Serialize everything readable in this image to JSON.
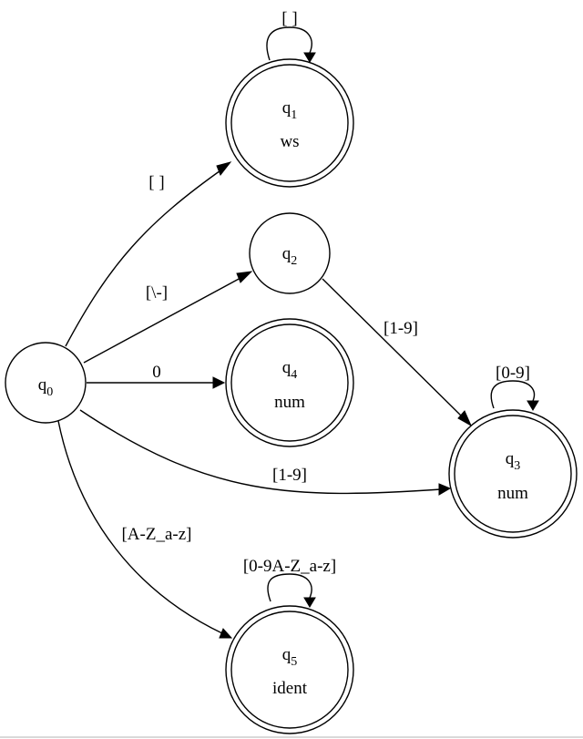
{
  "states": {
    "q0": {
      "name": "q",
      "index": "0",
      "token": ""
    },
    "q1": {
      "name": "q",
      "index": "1",
      "token": "ws"
    },
    "q2": {
      "name": "q",
      "index": "2",
      "token": ""
    },
    "q3": {
      "name": "q",
      "index": "3",
      "token": "num"
    },
    "q4": {
      "name": "q",
      "index": "4",
      "token": "num"
    },
    "q5": {
      "name": "q",
      "index": "5",
      "token": "ident"
    }
  },
  "transitions": {
    "q1_q1": "[ ]",
    "q0_q1": "[ ]",
    "q0_q2": "[\\-]",
    "q2_q3": "[1-9]",
    "q3_q3": "[0-9]",
    "q0_q4": "0",
    "q0_q3": "[1-9]",
    "q0_q5": "[A-Z_a-z]",
    "q5_q5": "[0-9A-Z_a-z]"
  }
}
